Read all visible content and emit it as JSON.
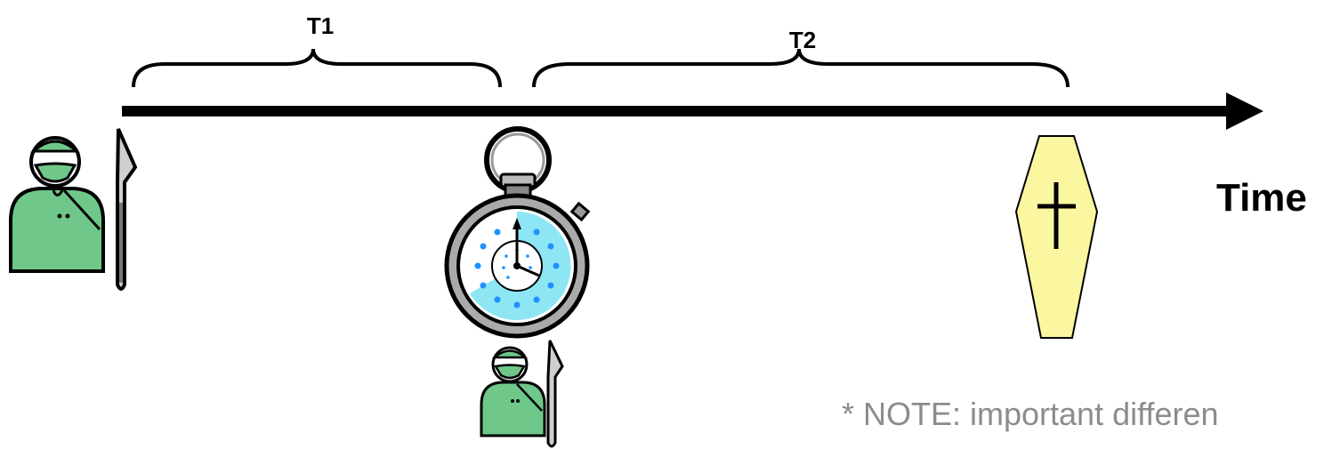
{
  "labels": {
    "t1": "T1",
    "t2": "T2",
    "time": "Time",
    "note": "* NOTE: important differen"
  },
  "colors": {
    "axis": "#000000",
    "surgeon_gown": "#6fc88a",
    "coffin_fill": "#fbf6a0",
    "stopwatch_face": "#8ee6f5",
    "stopwatch_dots": "#1e90ff",
    "note_text": "#8c8c8c"
  },
  "icons": {
    "surgeon_start": "surgeon-with-scalpel-icon",
    "stopwatch": "stopwatch-icon",
    "surgeon_mid": "surgeon-with-scalpel-icon",
    "coffin": "coffin-with-cross-icon"
  }
}
